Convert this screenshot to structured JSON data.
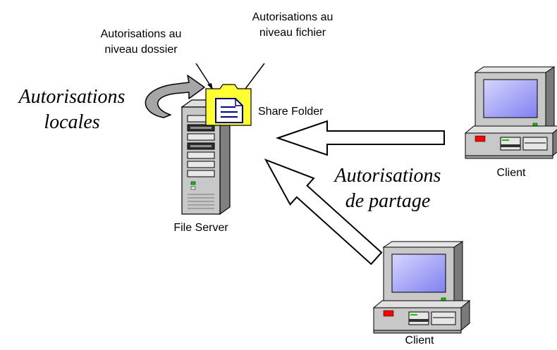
{
  "labels": {
    "folder_perm_line1": "Autorisations au",
    "folder_perm_line2": "niveau dossier",
    "file_perm_line1": "Autorisations au",
    "file_perm_line2": "niveau fichier",
    "local_perm_line1": "Autorisations",
    "local_perm_line2": "locales",
    "share_perm_line1": "Autorisations",
    "share_perm_line2": "de partage",
    "share_folder": "Share Folder",
    "file_server": "File Server",
    "client_top": "Client",
    "client_bottom": "Client"
  },
  "icons": [
    "server-icon",
    "share-folder-icon",
    "document-icon",
    "client-computer-icon",
    "curved-arrow-icon",
    "block-arrow-icon"
  ],
  "colors": {
    "folder": "#ffff33",
    "screen": "#9999ff",
    "case": "#c0c0c0",
    "led_red": "#ff0000",
    "led_green": "#00cc00"
  }
}
